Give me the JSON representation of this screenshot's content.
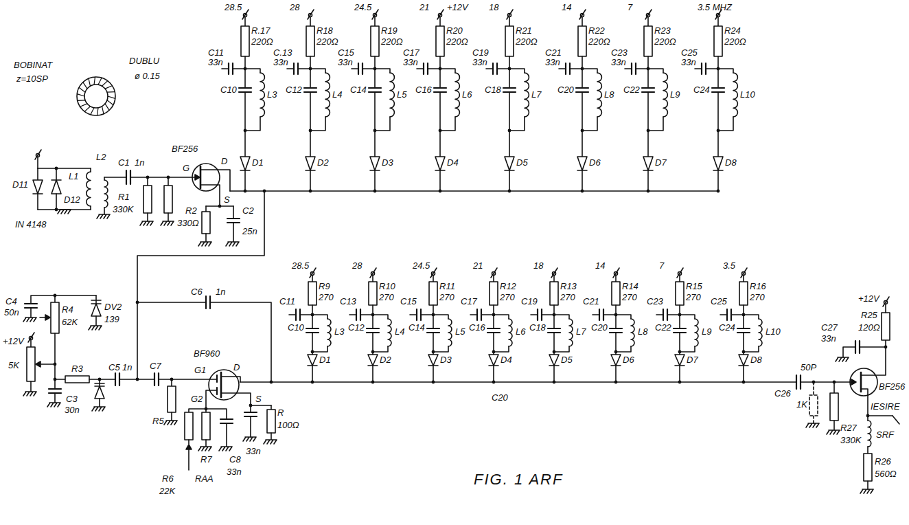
{
  "diagram": {
    "caption": "FIG. 1 ARF",
    "labels": [
      "28.5",
      "R.17",
      "220Ω",
      "C11",
      "33n",
      "C10",
      "L3",
      "D1",
      "28",
      "R18",
      "220Ω",
      "C.13",
      "33n",
      "C12",
      "L4",
      "D2",
      "24.5",
      "R19",
      "220Ω",
      "C15",
      "33n",
      "C14",
      "L5",
      "D3",
      "21",
      "+12V",
      "R20",
      "220Ω",
      "C17",
      "33n",
      "C16",
      "L6",
      "D4",
      "18",
      "R21",
      "220Ω",
      "C19",
      "33n",
      "C18",
      "L7",
      "D5",
      "14",
      "R22",
      "220Ω",
      "C21",
      "33n",
      "C20",
      "L8",
      "D6",
      "7",
      "R23",
      "220Ω",
      "C23",
      "33n",
      "C22",
      "L9",
      "D7",
      "3.5 MHZ",
      "R24",
      "220Ω",
      "C25",
      "33n",
      "C24",
      "L10",
      "D8",
      "28.5",
      "R9",
      "270",
      "C11",
      "C10",
      "L3",
      "D1",
      "28",
      "R10",
      "270",
      "C13",
      "C12",
      "L4",
      "D2",
      "24.5",
      "R11",
      "270",
      "C15",
      "C14",
      "L5",
      "D3",
      "21",
      "R12",
      "270",
      "C17",
      "C16",
      "L6",
      "D4",
      "18",
      "R13",
      "270",
      "C19",
      "C18",
      "L7",
      "D5",
      "14",
      "R14",
      "270",
      "C21",
      "C20",
      "L8",
      "D6",
      "7",
      "R15",
      "270",
      "C23",
      "C22",
      "L9",
      "D7",
      "3.5",
      "R16",
      "270",
      "C25",
      "C24",
      "L10",
      "D8",
      "BOBINAT",
      "z=10SP",
      "DUBLU",
      "ø 0.15",
      "D11",
      "D12",
      "IN 4148",
      "L1",
      "L2",
      "C1",
      "1n",
      "R1",
      "330K",
      "BF256",
      "G",
      "D",
      "S",
      "R2",
      "330Ω",
      "C2",
      "25n",
      "C6",
      "1n",
      "BF960",
      "G1",
      "G2",
      "D",
      "S",
      "C7",
      "R4",
      "62K",
      "DV2",
      "139",
      "C4",
      "50n",
      "+12V",
      "5K",
      "R3",
      "C5",
      "1n",
      "C3",
      "30n",
      "R5",
      "R6",
      "22K",
      "R7",
      "RAA",
      "C8",
      "33n",
      "R",
      "100Ω",
      "33n",
      "C20",
      "C26",
      "50P",
      "1K",
      "R27",
      "330K",
      "C27",
      "33n",
      "+12V",
      "R25",
      "120Ω",
      "BF256",
      "IESIRE",
      "SRF",
      "R26",
      "560Ω"
    ]
  }
}
